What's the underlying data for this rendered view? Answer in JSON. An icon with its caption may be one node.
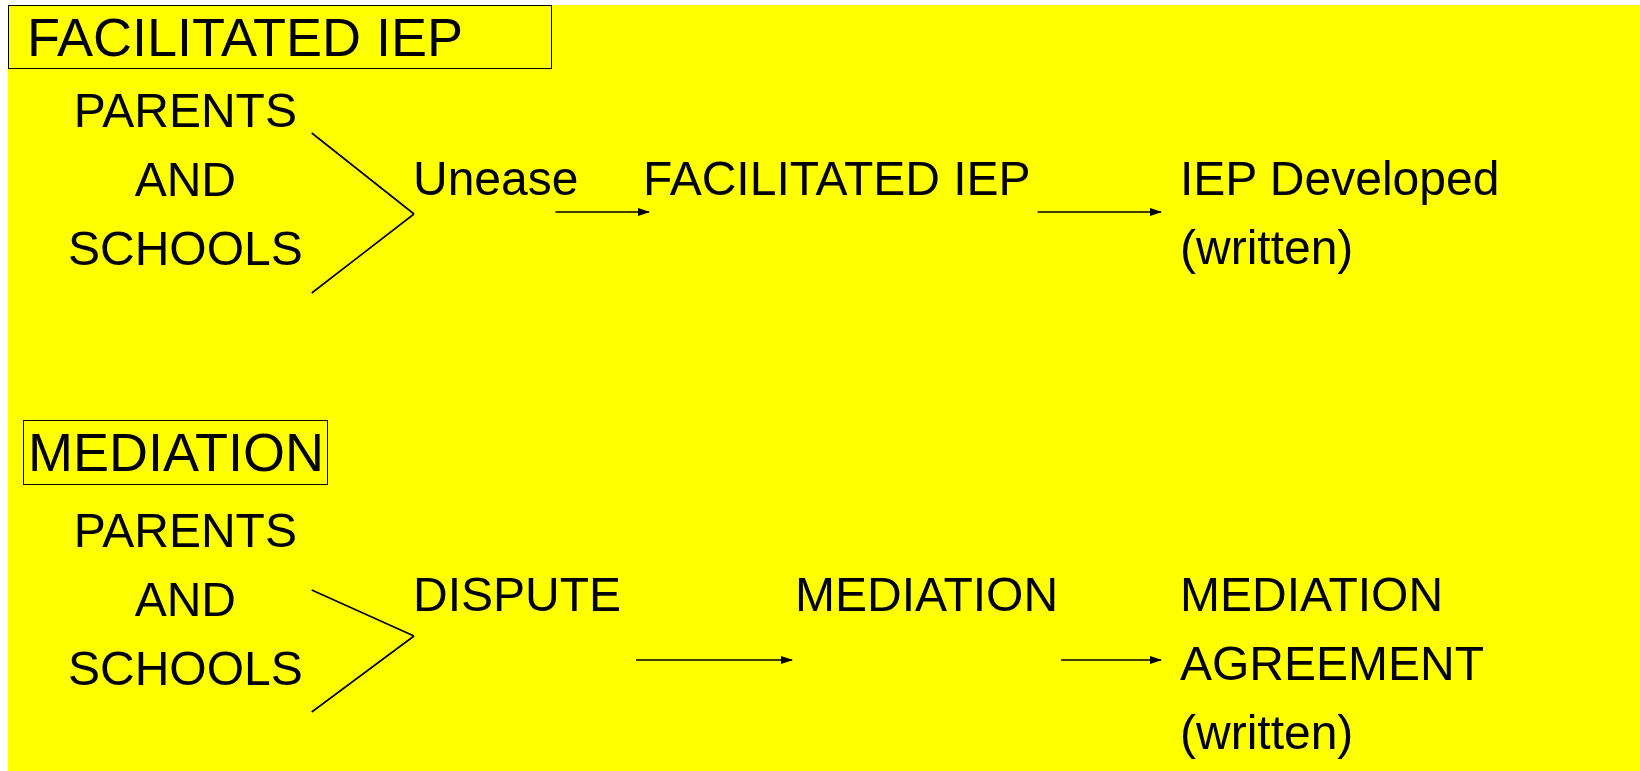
{
  "diagram": {
    "nodes": [
      {
        "text": [
          "FACILITATED IEP"
        ]
      },
      {
        "text": [
          "PARENTS AND SCHOOLS"
        ]
      },
      {
        "text": [
          "Unease"
        ]
      },
      {
        "text": [
          "FACILITATED IEP"
        ]
      },
      {
        "text": [
          "IEP Developed (written)"
        ]
      },
      {
        "text": [
          "MEDIATION"
        ]
      },
      {
        "text": [
          "PARENTS AND SCHOOLS"
        ]
      },
      {
        "text": [
          "DISPUTE"
        ]
      },
      {
        "text": [
          "MEDIATION"
        ]
      },
      {
        "text": [
          "MEDIATION AGREEMENT (written)"
        ]
      }
    ],
    "edges": [
      {
        "from": 1,
        "to": 2,
        "arrow": "none"
      },
      {
        "from": 2,
        "to": 3,
        "arrow": "to"
      },
      {
        "from": 3,
        "to": 4,
        "arrow": "to"
      },
      {
        "from": 6,
        "to": 7,
        "arrow": "none"
      },
      {
        "from": 7,
        "to": 8,
        "arrow": "to"
      },
      {
        "from": 8,
        "to": 9,
        "arrow": "to"
      }
    ]
  }
}
